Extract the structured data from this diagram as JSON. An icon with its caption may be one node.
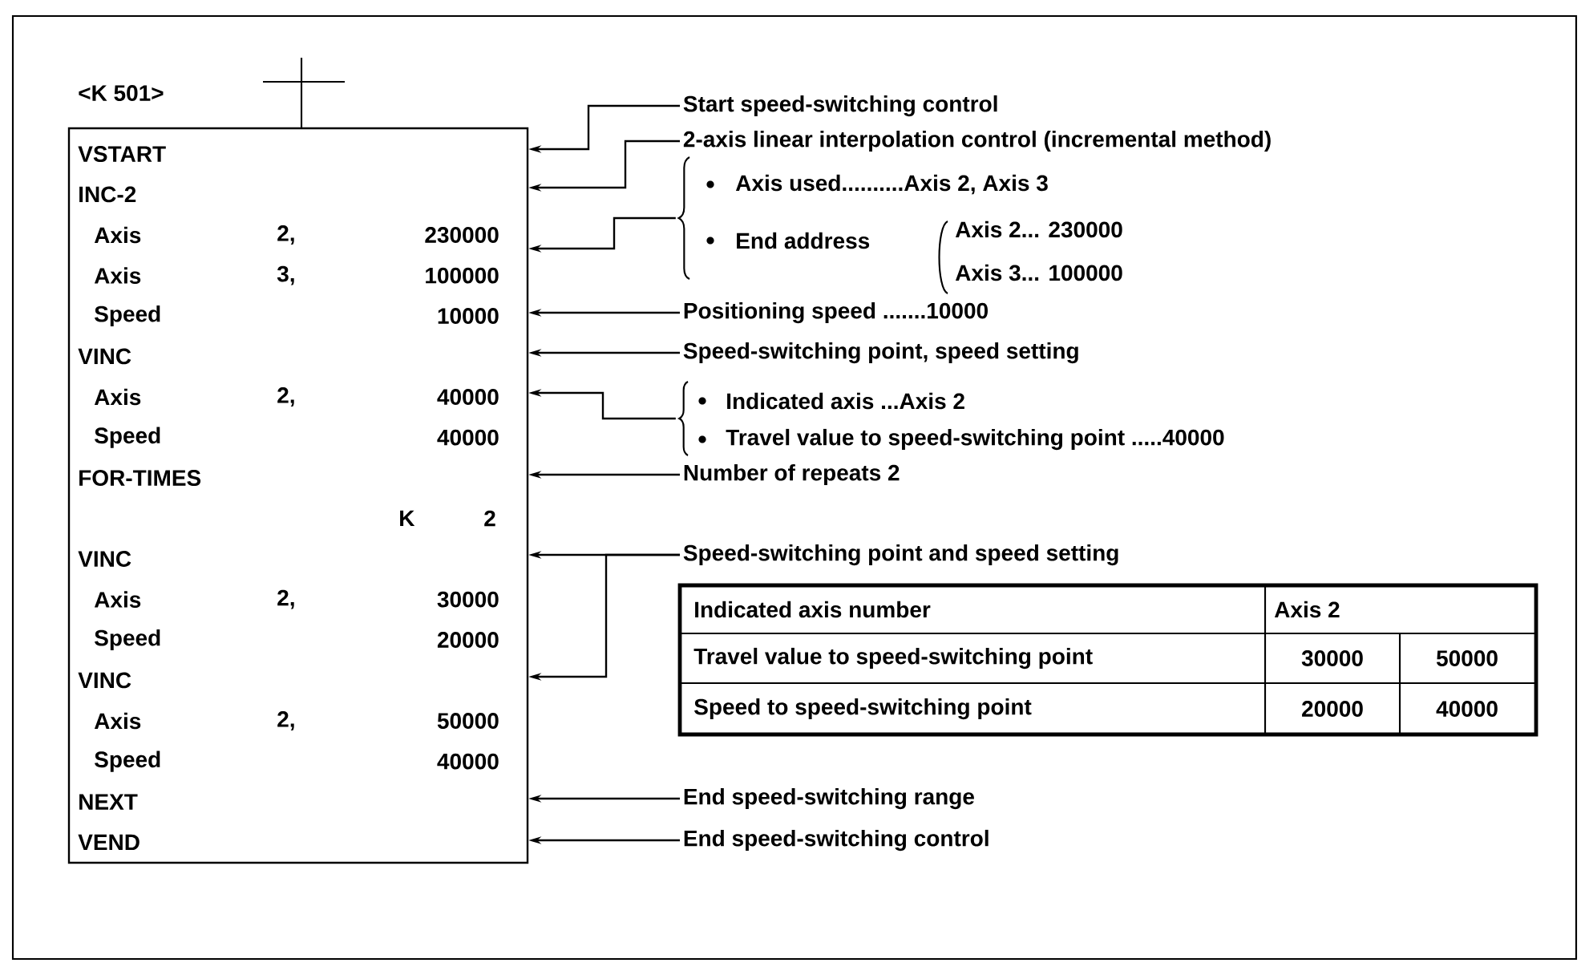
{
  "diagram": {
    "nodes": [
      {
        "text": [
          "<K 501>"
        ]
      },
      {
        "text": [
          "VSTART"
        ],
        "in": 0
      },
      {
        "text": [
          "INC-2"
        ],
        "in": 0
      },
      {
        "text": [
          "Axis",
          "2,",
          "230000"
        ],
        "in": 0
      },
      {
        "text": [
          "Axis",
          "3,",
          "100000"
        ],
        "in": 0
      },
      {
        "text": [
          "Speed",
          "10000"
        ],
        "in": 0
      },
      {
        "text": [
          "VINC"
        ],
        "in": 0
      },
      {
        "text": [
          "Axis",
          "2,",
          "40000"
        ],
        "in": 0
      },
      {
        "text": [
          "Speed",
          "40000"
        ],
        "in": 0
      },
      {
        "text": [
          "FOR-TIMES",
          "K",
          "2"
        ],
        "in": 0
      },
      {
        "text": [
          "VINC"
        ],
        "in": 0
      },
      {
        "text": [
          "Axis",
          "2,",
          "30000"
        ],
        "in": 0
      },
      {
        "text": [
          "Speed",
          "20000"
        ],
        "in": 0
      },
      {
        "text": [
          "VINC"
        ],
        "in": 0
      },
      {
        "text": [
          "Axis",
          "2,",
          "50000"
        ],
        "in": 0
      },
      {
        "text": [
          "Speed",
          "40000"
        ],
        "in": 0
      },
      {
        "text": [
          "NEXT"
        ],
        "in": 0
      },
      {
        "text": [
          "VEND"
        ],
        "in": 0
      },
      {
        "text": [
          "Start speed-switching control"
        ]
      },
      {
        "text": [
          "2-axis linear interpolation control (incremental method)"
        ]
      },
      {
        "text": [
          "Axis used..........Axis 2, Axis 3",
          "End address",
          "Axis 2...  230000",
          "Axis 3...  100000"
        ]
      },
      {
        "text": [
          "Positioning speed .......10000"
        ]
      },
      {
        "text": [
          "Speed-switching point, speed setting"
        ]
      },
      {
        "text": [
          "Indicated axis ...Axis 2",
          "Travel value to speed-switching point .....40000"
        ]
      },
      {
        "text": [
          "Number of repeats 2"
        ]
      },
      {
        "text": [
          "Speed-switching point and speed setting"
        ]
      },
      {
        "text": [
          "End speed-switching range"
        ]
      },
      {
        "text": [
          "End speed-switching control"
        ]
      }
    ],
    "edges": [
      {
        "from": 18,
        "to": 0,
        "arrow": "to"
      },
      {
        "from": 19,
        "to": 0,
        "arrow": "to"
      },
      {
        "from": 20,
        "to": 0,
        "arrow": "to"
      },
      {
        "from": 21,
        "to": 0,
        "arrow": "to"
      },
      {
        "from": 22,
        "to": 0,
        "arrow": "to"
      },
      {
        "from": 23,
        "to": 0,
        "arrow": "to"
      },
      {
        "from": 24,
        "to": 0,
        "arrow": "to"
      },
      {
        "from": 25,
        "to": 0,
        "arrow": "to"
      },
      {
        "from": 25,
        "to": 0,
        "arrow": "to"
      },
      {
        "from": 26,
        "to": 0,
        "arrow": "to"
      },
      {
        "from": 27,
        "to": 0,
        "arrow": "to"
      }
    ],
    "labels": [
      "Indicated axis number",
      "Axis 2",
      "Travel value to speed-switching point",
      "30000",
      "50000",
      "Speed to speed-switching point",
      "20000",
      "40000"
    ]
  }
}
